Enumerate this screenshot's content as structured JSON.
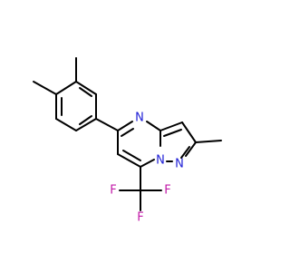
{
  "colors": {
    "bond": "#000000",
    "nitrogen": "#1f1fd6",
    "fluorine": "#c21aa8",
    "background": "#ffffff"
  },
  "atoms": {
    "n_ring_top": "N",
    "n_bridge": "N",
    "n_pyrazole": "N",
    "f_left": "F",
    "f_right": "F",
    "f_bottom": "F"
  }
}
